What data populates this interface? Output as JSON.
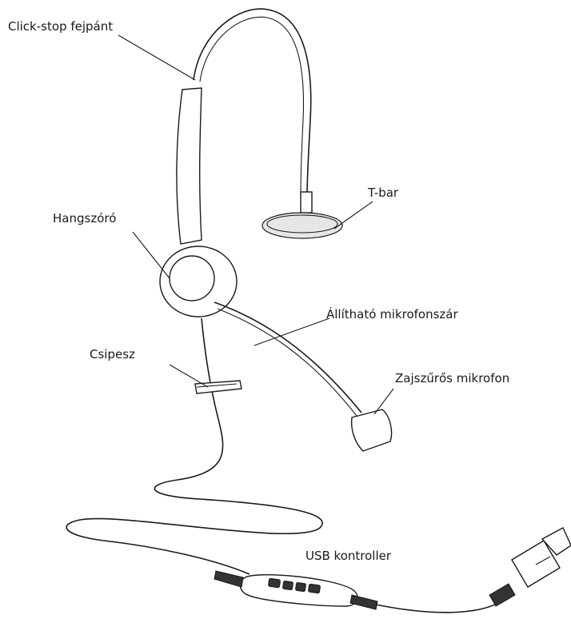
{
  "labels": {
    "headband": "Click-stop fejpánt",
    "tbar": "T-bar",
    "speaker": "Hangszóró",
    "boom": "Állítható mikrofonszár",
    "clip": "Csipesz",
    "mic": "Zajszűrős mikrofon",
    "usb": "USB kontroller"
  }
}
